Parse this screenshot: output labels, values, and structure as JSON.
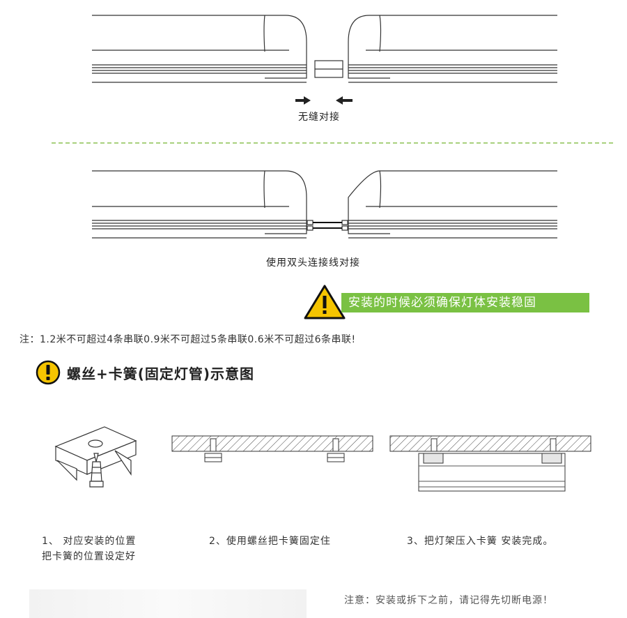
{
  "captions": {
    "seamless": "无缝对接",
    "double_head": "使用双头连接线对接"
  },
  "warning_bar": "安装的时候必须确保灯体安装稳固",
  "note_series": "注：1.2米不可超过4条串联0.9米不可超过5条串联0.6米不可超过6条串联!",
  "section_title": "螺丝+卡簧(固定灯管)示意图",
  "steps": {
    "step1_line1": "1、 对应安装的位置",
    "step1_line2": "把卡簧的位置设定好",
    "step2": "2、使用螺丝把卡簧固定住",
    "step3": "3、把灯架压入卡簧 安装完成。"
  },
  "footer_note": "注意：安装或拆下之前，请记得先切断电源！",
  "colors": {
    "green": "#7ac143",
    "green_dash": "#8cc152",
    "warn_yellow": "#f5c400",
    "line": "#333333"
  }
}
